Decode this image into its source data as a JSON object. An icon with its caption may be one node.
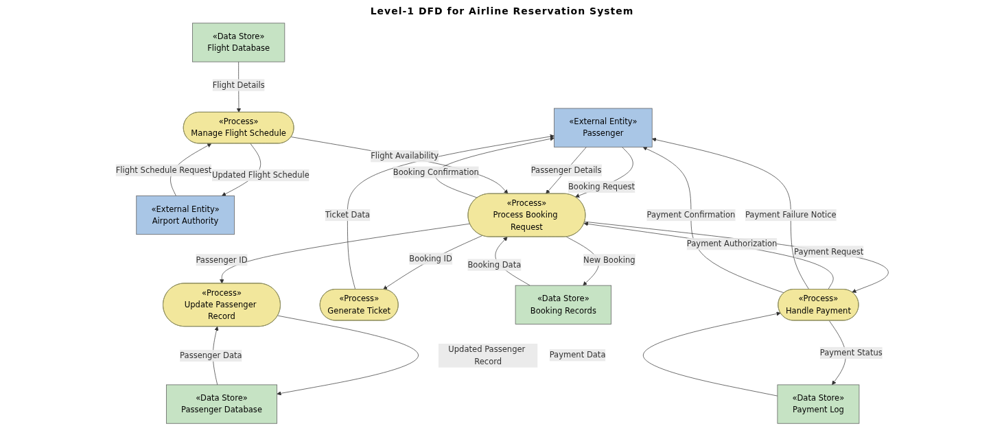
{
  "diagram": {
    "title": "Level-1 DFD for Airline Reservation System",
    "nodes": [
      {
        "text": [
          "«External Entity»",
          "Passenger"
        ]
      },
      {
        "text": [
          "«Data Store»",
          "Flight Database"
        ]
      },
      {
        "text": [
          "«Process»",
          "Manage Flight Schedule"
        ]
      },
      {
        "text": [
          "«Process»",
          "Process Booking Request"
        ]
      },
      {
        "text": [
          "«External Entity»",
          "Airport Authority"
        ]
      },
      {
        "text": [
          "«Process»",
          "Handle Payment"
        ]
      },
      {
        "text": [
          "«Process»",
          "Generate Ticket"
        ]
      },
      {
        "text": [
          "«Data Store»",
          "Booking Records"
        ]
      },
      {
        "text": [
          "«Process»",
          "Update Passenger Record"
        ]
      },
      {
        "text": [
          "«Data Store»",
          "Payment Log"
        ]
      },
      {
        "text": [
          "«Data Store»",
          "Passenger Database"
        ]
      }
    ],
    "edges": [
      {
        "from": 1,
        "to": 2,
        "arrow": "to",
        "label": "Flight Details"
      },
      {
        "from": 0,
        "to": 3,
        "arrow": "to",
        "label": "Booking Request"
      },
      {
        "from": 0,
        "to": 3,
        "arrow": "to",
        "label": "Passenger Details"
      },
      {
        "from": 3,
        "to": 0,
        "arrow": "to",
        "label": "Booking Confirmation"
      },
      {
        "from": 2,
        "to": 3,
        "arrow": "to",
        "label": "Flight Availability"
      },
      {
        "from": 2,
        "to": 4,
        "arrow": "to",
        "label": "Updated Flight Schedule"
      },
      {
        "from": 4,
        "to": 2,
        "arrow": "to",
        "label": "Flight Schedule Request"
      },
      {
        "from": 3,
        "to": 5,
        "arrow": "to",
        "label": "Payment Request"
      },
      {
        "from": 5,
        "to": 3,
        "arrow": "to",
        "label": "Payment Authorization"
      },
      {
        "from": 5,
        "to": 0,
        "arrow": "to",
        "label": "Payment Failure Notice"
      },
      {
        "from": 5,
        "to": 0,
        "arrow": "to",
        "label": "Payment Confirmation"
      },
      {
        "from": 6,
        "to": 0,
        "arrow": "to",
        "label": "Ticket Data"
      },
      {
        "from": 3,
        "to": 6,
        "arrow": "to",
        "label": "Booking ID"
      },
      {
        "from": 3,
        "to": 7,
        "arrow": "to",
        "label": "New Booking"
      },
      {
        "from": 7,
        "to": 3,
        "arrow": "to",
        "label": "Booking Data"
      },
      {
        "from": 3,
        "to": 8,
        "arrow": "to",
        "label": "Passenger ID"
      },
      {
        "from": 5,
        "to": 9,
        "arrow": "to",
        "label": "Payment Status"
      },
      {
        "from": 9,
        "to": 5,
        "arrow": "to",
        "label": "Payment Data"
      },
      {
        "from": 8,
        "to": 10,
        "arrow": "to",
        "label": "Updated Passenger Record"
      },
      {
        "from": 10,
        "to": 8,
        "arrow": "to",
        "label": "Passenger Data"
      }
    ]
  }
}
